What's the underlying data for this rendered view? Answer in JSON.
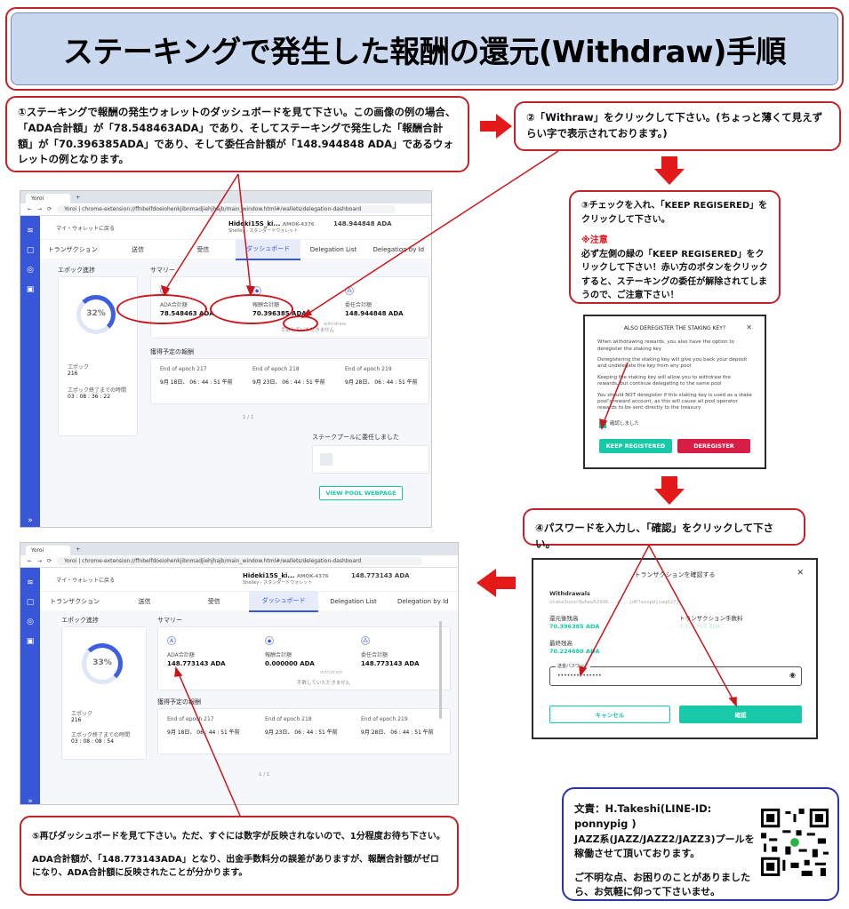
{
  "title": "ステーキングで発生した報酬の還元(Withdraw)手順",
  "steps": {
    "s1": "①ステーキングで報酬の発生ウォレットのダッシュボードを見て下さい。この画像の例の場合、「ADA合計額」が「78.548463ADA」であり、そしてステーキングで発生した「報酬合計額」が「70.396385ADA」であり、そして委任合計額が「148.944848 ADA」であるウォレットの例となります。",
    "s2": "②「Withraw」をクリックして下さい。(ちょっと薄くて見えずらい字で表示されております。)",
    "s3": "③チェックを入れ、「KEEP REGISERED」をクリックして下さい。",
    "s3_warn_title": "※注意",
    "s3_warn": "必ず左側の緑の「KEEP REGISERED」をクリックして下さい！赤い方のボタンをクリックすると、ステーキングの委任が解除されてしまうので、ご注意下さい！",
    "s4": "④パスワードを入力し、「確認」をクリックして下さい。",
    "s5_line1": "⑤再びダッシュボードを見て下さい。ただ、すぐには数字が反映されないので、1分程度お待ち下さい。",
    "s5_line2": "ADA合計額が、「148.773143ADA」となり、出金手数料分の誤差がありますが、報酬合計額がゼロになり、ADA合計額に反映されたことが分かります。"
  },
  "credit": {
    "line1": "文責：H.Takeshi(LINE-ID: ponnypig )",
    "line2": "JAZZ系(JAZZ/JAZZ2/JAZZ3)プールを稼働させて頂いております。",
    "line3": "ご不明な点、お困りのことがありましたら、お気軽に仰って下さいませ。"
  },
  "browser": {
    "tab": "Yoroi",
    "url": "Yoroi | chrome-extension://ffnbelfdoeiohenkjibnmadjiehjhajb/main_window.html#/wallets/delegation-dashboard",
    "back": "マイ・ウォレットに戻る",
    "wallet_name": "Hideki15S_ki...",
    "wallet_code": "AMOK-4376",
    "wallet_type": "Shelley - スタンダードウォレット",
    "tabs": [
      "トランザクション",
      "送信",
      "受信",
      "ダッシュボード",
      "Delegation List",
      "Delegation by Id"
    ],
    "epoch_title": "エポック進捗",
    "summary_title": "サマリー",
    "rewards_title": "獲得予定の報酬",
    "epoch_label": "エポック",
    "epoch_value": "216",
    "epoch_end_label": "エポック終了までの時間",
    "lbl_ada": "ADA合計額",
    "lbl_reward": "報酬合計額",
    "lbl_deleg": "委任合計額",
    "withdraw": "withdraw",
    "pending_note": "手数していただきません",
    "epochs": [
      "End of epoch 217",
      "End of epoch 218",
      "End of epoch 219"
    ],
    "epoch_dates": [
      "9月 18日、 06 : 44 : 51 午前",
      "9月 23日、 06 : 44 : 51 午前",
      "9月 28日、 06 : 44 : 51 午前"
    ],
    "pager": "1 / 1",
    "pool_title": "ステークプールに委任しました",
    "pool_button": "VIEW POOL WEBPAGE"
  },
  "before": {
    "progress_pct": 32,
    "progress_label": "32%",
    "balance": "148.944848 ADA",
    "ada_total": "78.548463 ADA",
    "reward_total": "70.396385 ADA",
    "deleg_total": "148.944848 ADA",
    "time_left": "03 : 08 : 36 : 22"
  },
  "after": {
    "progress_pct": 33,
    "progress_label": "33%",
    "balance": "148.773143 ADA",
    "ada_total": "148.773143 ADA",
    "reward_total": "0.000000 ADA",
    "deleg_total": "148.773143 ADA",
    "time_left": "03 : 08 : 08 : 54"
  },
  "dialog1": {
    "title": "ALSO DEREGISTER THE STAKING KEY?",
    "p1": "When withdrawing rewards, you also have the option to deregister the staking key",
    "p2": "Deregistering the staking key will give you back your deposit and undelegate the key from any pool",
    "p3": "Keeping the staking key will allow you to withdraw the rewards, but continue delegating to the same pool",
    "p4": "You should NOT deregister if this staking key is used as a stake pool's reward account, as this will cause all pool operator rewards to be sent directly to the treasury",
    "check": "確認しました",
    "keep": "KEEP REGISTERED",
    "dereg": "DEREGISTER"
  },
  "dialog2": {
    "title": "トランザクションを確認する",
    "withdrawals": "Withdrawals",
    "address": "stake1uxer8whww529d6...d...jd07axxpdjsaq62fj",
    "after_label": "還元後残高",
    "after_value": "70.396385 ADA",
    "fee_label": "トランザクション手数料",
    "fee_value": "0.171705 ADA",
    "final_label": "最終残高",
    "final_value": "70.224680 ADA",
    "pw_label": "送金パスワード",
    "pw_value": "••••••••••••••",
    "cancel": "キャンセル",
    "confirm": "確認"
  },
  "colors": {
    "accent": "#3756d8",
    "warn": "#e0111a",
    "frame": "#c0242b",
    "green": "#17c9a6",
    "red": "#d81e45"
  }
}
